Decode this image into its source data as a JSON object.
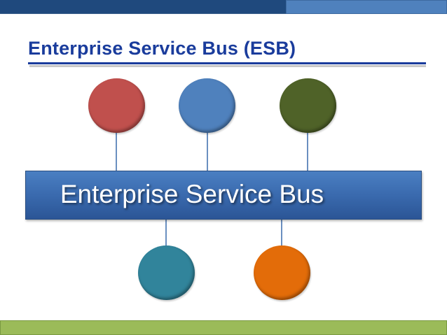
{
  "slide": {
    "title": "Enterprise Service Bus (ESB)",
    "bus_label": "Enterprise Service Bus",
    "colors": {
      "top_bar_dark": "#1f497d",
      "top_bar_light": "#4f81bd",
      "title": "#1a3c9c",
      "bus": "#3a6aae",
      "bottom_bar": "#9bbb59"
    },
    "top_nodes": [
      {
        "name": "red-node",
        "color": "#c0504d"
      },
      {
        "name": "blue-node",
        "color": "#4f81bd"
      },
      {
        "name": "green-node",
        "color": "#4f6228"
      }
    ],
    "bottom_nodes": [
      {
        "name": "teal-node",
        "color": "#31849b"
      },
      {
        "name": "orange-node",
        "color": "#e36c09"
      }
    ]
  }
}
